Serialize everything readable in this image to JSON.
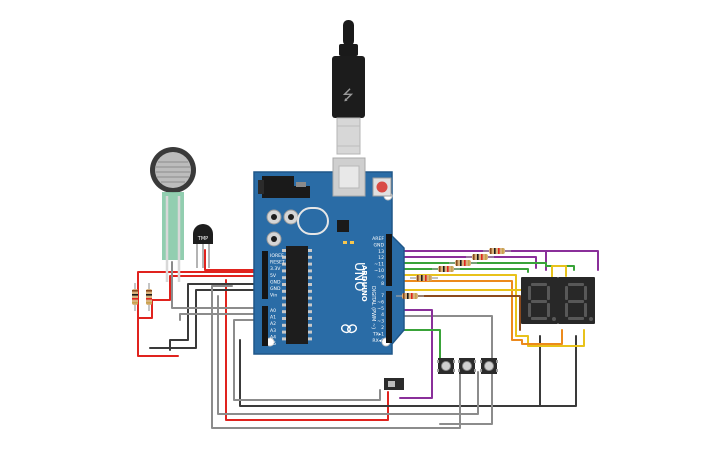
{
  "components": {
    "arduino": {
      "brand": "ARDUINO",
      "model": "UNO",
      "digital_header_label": "DIGITAL (PWM ~)",
      "power_pins": [
        "IOREF",
        "RESET",
        "3.3V",
        "5V",
        "GND",
        "GND",
        "Vin"
      ],
      "analog_pins": [
        "A0",
        "A1",
        "A2",
        "A3",
        "A4",
        "A5"
      ],
      "top_pins": [
        "AREF",
        "GND",
        "13",
        "12",
        "~11",
        "~10",
        "~9",
        "8"
      ],
      "bottom_pins": [
        "7",
        "~6",
        "~5",
        "4",
        "~3",
        "2",
        "TX▸1",
        "RX◂0"
      ],
      "board_color": "#2a6ca6",
      "reset_button_color": "#d94b45"
    },
    "temp_sensor": {
      "label": "TMP"
    },
    "force_sensor": {
      "name": "force-sensitive-resistor"
    },
    "seven_segment_displays": [
      {
        "digit_text": "8."
      },
      {
        "digit_text": "8."
      }
    ],
    "pushbuttons": 3,
    "resistors": 8,
    "slide_switch": 1
  },
  "wire_colors": {
    "red": "#e0231e",
    "gray": "#8c8c8c",
    "black": "#3a3a3a",
    "purple": "#8a2f9a",
    "green": "#39a339",
    "yellow": "#e8c21b",
    "orange": "#ec8a1c",
    "brown": "#8b4a1e"
  }
}
